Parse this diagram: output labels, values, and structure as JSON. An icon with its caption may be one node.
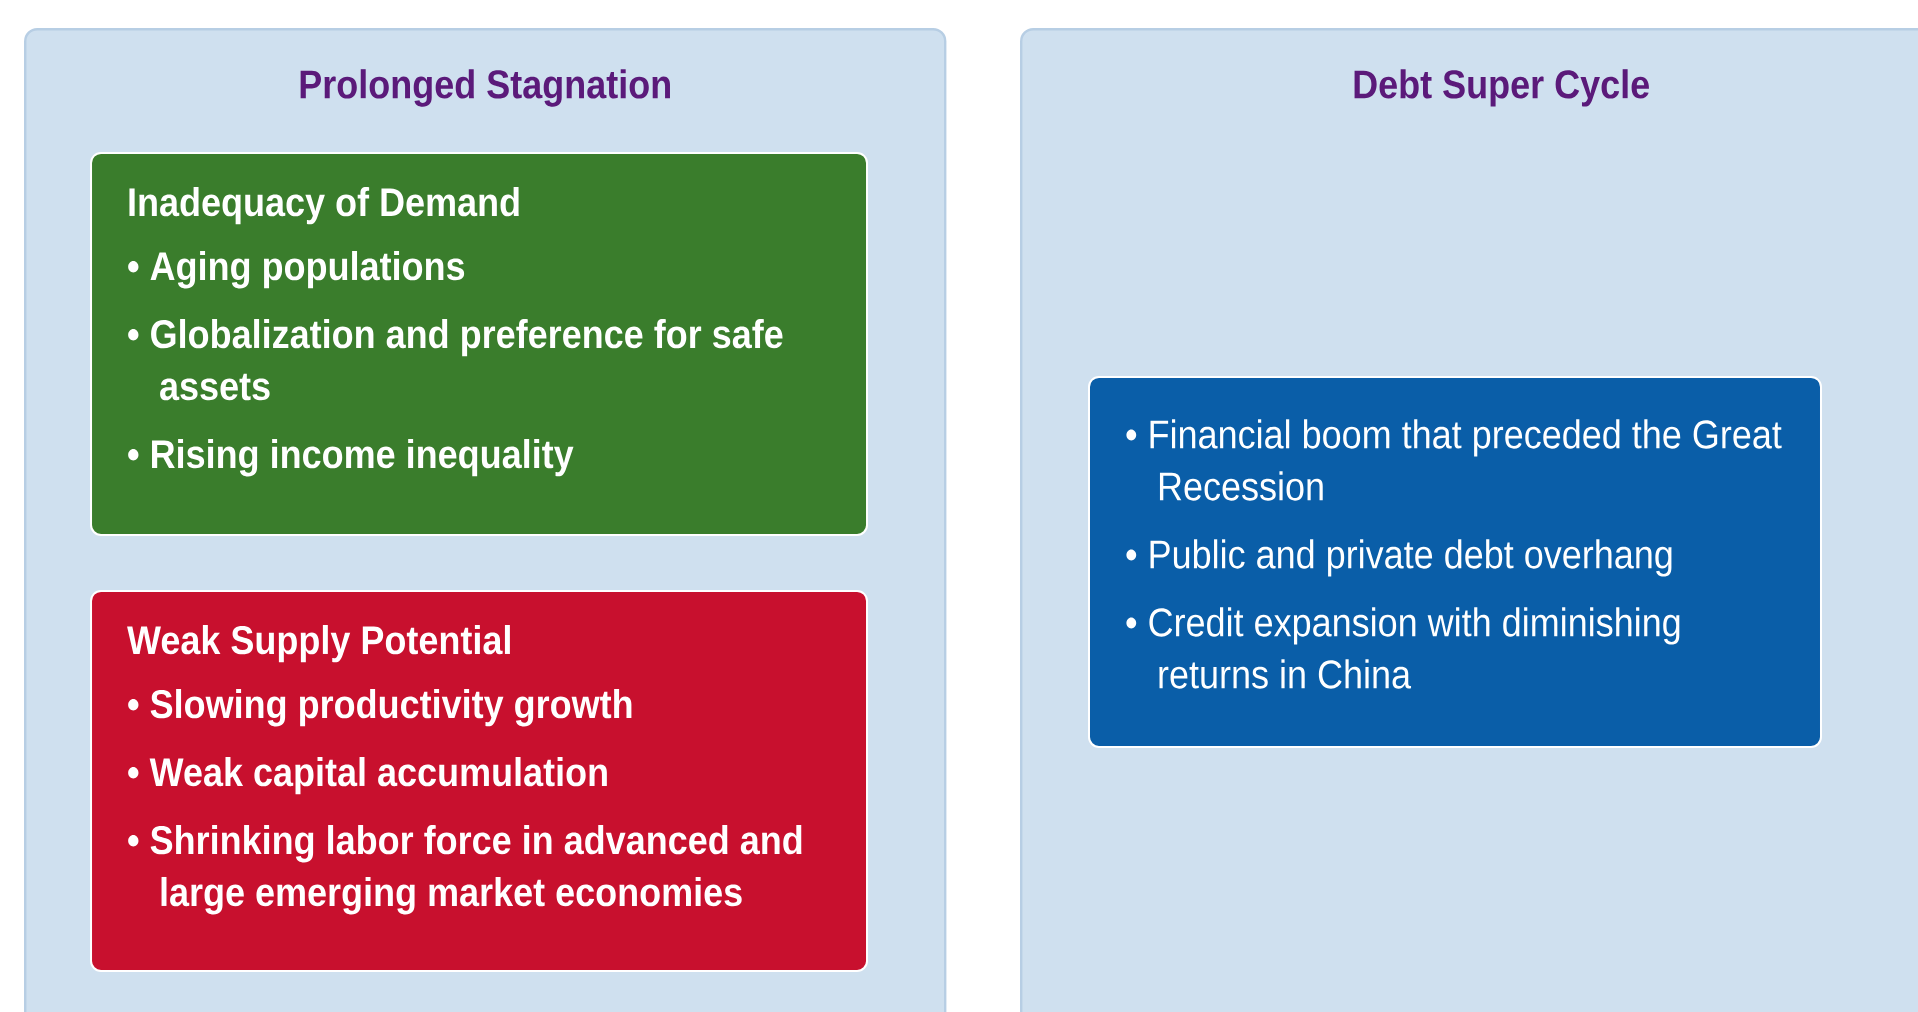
{
  "diagram": {
    "nodes": [
      {
        "text": [
          "Prolonged Stagnation"
        ]
      },
      {
        "text": [
          "Inadequacy of Demand",
          "• Aging populations",
          "• Globalization and preference for safe assets",
          "• Rising income inequality"
        ],
        "in": 0
      },
      {
        "text": [
          "Weak Supply Potential",
          "• Slowing productivity growth",
          "• Weak capital accumulation",
          "• Shrinking labor force in advanced and large emerging market economies"
        ],
        "in": 0
      },
      {
        "text": [
          "Debt Super Cycle"
        ]
      },
      {
        "text": [
          "• Financial boom that preceded the Great Recession",
          "• Public and private debt overhang",
          "• Credit expansion with diminishing returns in China"
        ],
        "in": 3
      }
    ]
  }
}
